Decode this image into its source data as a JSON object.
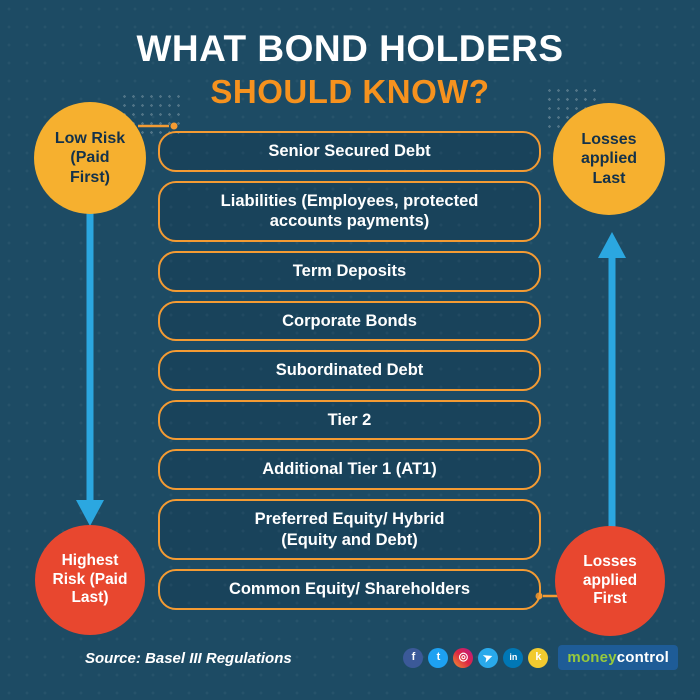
{
  "title": {
    "line1": "WHAT BOND HOLDERS",
    "line2": "SHOULD KNOW?"
  },
  "left_rail": {
    "top_circle": "Low Risk\n(Paid\nFirst)",
    "bottom_circle": "Highest\nRisk (Paid\nLast)",
    "arrow_direction": "down"
  },
  "right_rail": {
    "top_circle": "Losses\napplied\nLast",
    "bottom_circle": "Losses\napplied\nFirst",
    "arrow_direction": "up"
  },
  "hierarchy": [
    "Senior Secured Debt",
    "Liabilities (Employees, protected\naccounts payments)",
    "Term Deposits",
    "Corporate Bonds",
    "Subordinated Debt",
    "Tier 2",
    "Additional Tier 1 (AT1)",
    "Preferred Equity/ Hybrid\n(Equity and Debt)",
    "Common Equity/ Shareholders"
  ],
  "footer": {
    "source": "Source: Basel III Regulations",
    "social": [
      {
        "name": "facebook",
        "glyph": "f",
        "color": "#3b5998"
      },
      {
        "name": "twitter",
        "glyph": "t",
        "color": "#1da1f2"
      },
      {
        "name": "instagram",
        "glyph": "◎",
        "color": "linear-gradient(45deg,#f09433,#dc2743,#bc1888)"
      },
      {
        "name": "telegram",
        "glyph": "➤",
        "color": "#29a9eb"
      },
      {
        "name": "linkedin",
        "glyph": "in",
        "color": "#0077b5"
      },
      {
        "name": "koo",
        "glyph": "k",
        "color": "#f2ca2f"
      }
    ],
    "brand": {
      "money": "money",
      "control": "control"
    }
  },
  "colors": {
    "background": "#1d4b64",
    "accent_orange": "#f6921e",
    "box_border": "#f49b33",
    "arrow_blue": "#2ba7e0",
    "circle_yellow": "#f6b02f",
    "circle_red": "#e8472f",
    "brand_blue": "#1e5c97",
    "brand_green": "#97c93d"
  }
}
